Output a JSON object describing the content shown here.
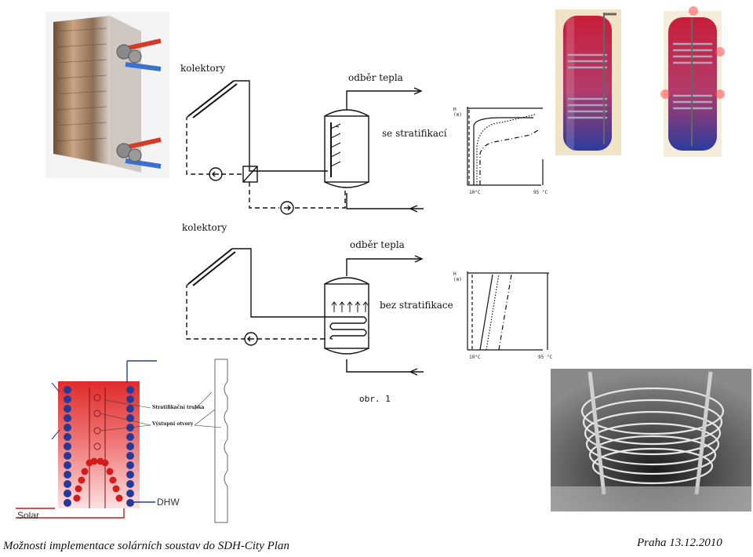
{
  "schematic_top": {
    "collectors_label": "kolektory",
    "heat_draw_label": "odběr tepla",
    "mode_label": "se stratifikací",
    "graph": {
      "y_axis_label": "H\n(m)",
      "x_min_label": "10°C",
      "x_max_label": "95 °C"
    }
  },
  "schematic_bottom": {
    "collectors_label": "kolektory",
    "heat_draw_label": "odběr tepla",
    "mode_label": "bez stratifikace",
    "graph": {
      "y_axis_label": "H\n(m)",
      "x_min_label": "10°C",
      "x_max_label": "95 °C"
    }
  },
  "figure_caption": "obr. 1",
  "tank_diagram": {
    "stratification_tube_label": "Stratifikační trubka",
    "outlet_openings_label": "Výstupní otvory",
    "solar_label": "Solar",
    "dhw_label": "DHW"
  },
  "footer": {
    "title": "Možnosti implementace solárních soustav do SDH-City Plan",
    "date": "Praha 13.12.2010"
  },
  "colors": {
    "hot": "#d11a1a",
    "cold": "#1c3f9e",
    "line": "#111111"
  }
}
